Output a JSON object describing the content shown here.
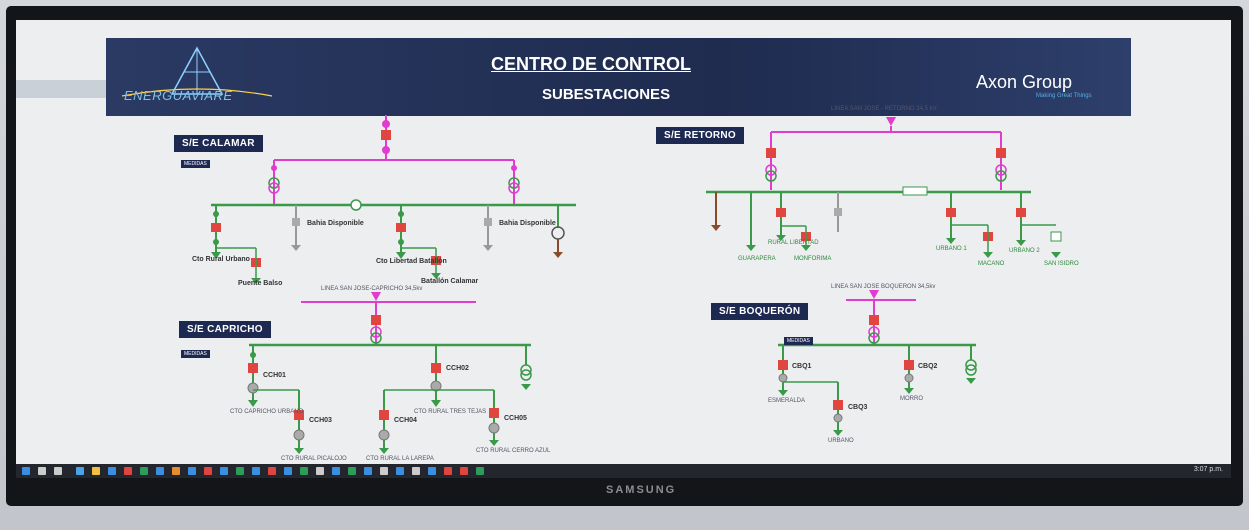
{
  "header": {
    "title": "CENTRO DE CONTROL",
    "subtitle": "SUBESTACIONES",
    "logo_text": "ENERGUAVIARE",
    "partner": "Axon Group",
    "partner_tag": "Making Great Things"
  },
  "monitor_brand": "SAMSUNG",
  "clock": "3:07 p.m.",
  "substations": {
    "calamar": {
      "title": "S/E CALAMAR",
      "medidas": "MEDIDAS",
      "feeders": [
        "Cto Rural Urbano",
        "Bahia Disponible",
        "Cto Libertad Batallón",
        "Bahia Disponible"
      ],
      "puente": "Puente Balso",
      "batallon": "Batallón Calamar"
    },
    "retorno": {
      "title": "S/E RETORNO",
      "line": "LINEA SAN JOSE - RETORNO 34,5 kV",
      "feeders": [
        "GUARAPERA",
        "RURAL LIBERTAD",
        "MONFORIMA",
        "URBANO 1",
        "MACANO",
        "URBANO 2",
        "SAN ISIDRO"
      ]
    },
    "capricho": {
      "title": "S/E CAPRICHO",
      "line": "LINEA SAN JOSE-CAPRICHO 34,5kv",
      "medidas": "MEDIDAS",
      "feeders": [
        "CCH01",
        "CCH02",
        "CCH03",
        "CCH04",
        "CCH05"
      ],
      "bottom": [
        "CTO CAPRICHO URBANO",
        "CTO RURAL PICALOJO",
        "CTO RURAL LA LAREPA",
        "CTO RURAL TRES TEJAS",
        "CTO RURAL CERRO AZUL"
      ]
    },
    "boqueron": {
      "title": "S/E BOQUERÓN",
      "line": "LINEA SAN JOSE BOQUERON 34,5kv",
      "medidas": "MEDIDAS",
      "feeders": [
        "CBQ1",
        "CBQ2",
        "CBQ3"
      ],
      "bottom": [
        "ESMERALDA",
        "MORRO",
        "URBANO"
      ]
    }
  },
  "colors": {
    "busbar_green": "#3a9a4a",
    "busbar_magenta": "#e23bd0",
    "breaker_red": "#e0463f",
    "header_navy": "#1e2952"
  }
}
